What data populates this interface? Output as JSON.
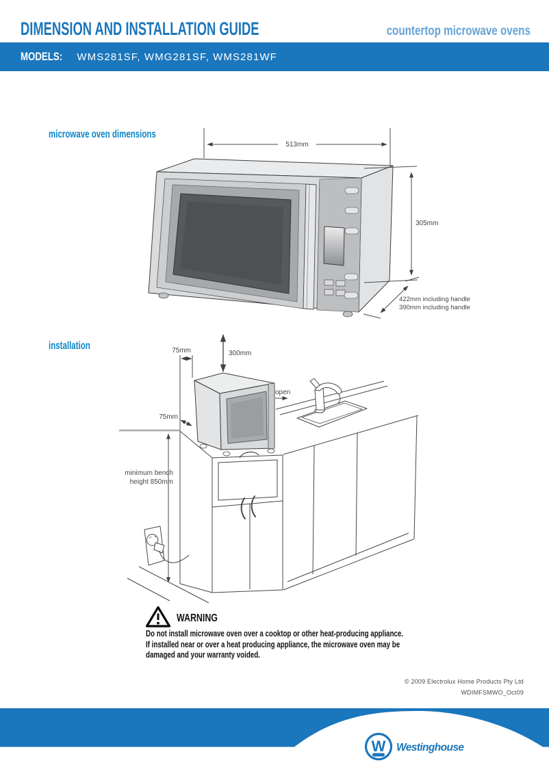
{
  "header": {
    "title": "DIMENSION AND INSTALLATION GUIDE",
    "subtitle": "countertop microwave ovens"
  },
  "models_bar": {
    "label": "MODELS:",
    "models": "WMS281SF, WMG281SF, WMS281WF"
  },
  "dimensions_section": {
    "heading": "microwave oven dimensions",
    "width": "513mm",
    "height": "305mm",
    "depth_line1": "422mm including handle",
    "depth_line2": "390mm including handle"
  },
  "installation_section": {
    "heading": "installation",
    "top_side_clearance": "75mm",
    "top_clearance": "300mm",
    "side_clearance": "75mm",
    "open_label": "open",
    "bench_line1": "minimum bench",
    "bench_line2": "height 850mm"
  },
  "warning": {
    "title": "WARNING",
    "line1": "Do not install microwave oven over a cooktop or other heat-producing appliance.",
    "line2": "If installed near or over a heat producing appliance, the microwave oven may be",
    "line3": "damaged and your warranty voided."
  },
  "footer": {
    "copyright": "© 2009 Electrolux Home Products Pty Ltd",
    "code": "WDIMFSMWO_Oct09"
  },
  "brand": {
    "name": "Westinghouse",
    "monogram": "W"
  },
  "colors": {
    "primary_blue": "#1a76bd",
    "light_blue": "#67a3d7",
    "section_blue": "#0d86c6"
  }
}
